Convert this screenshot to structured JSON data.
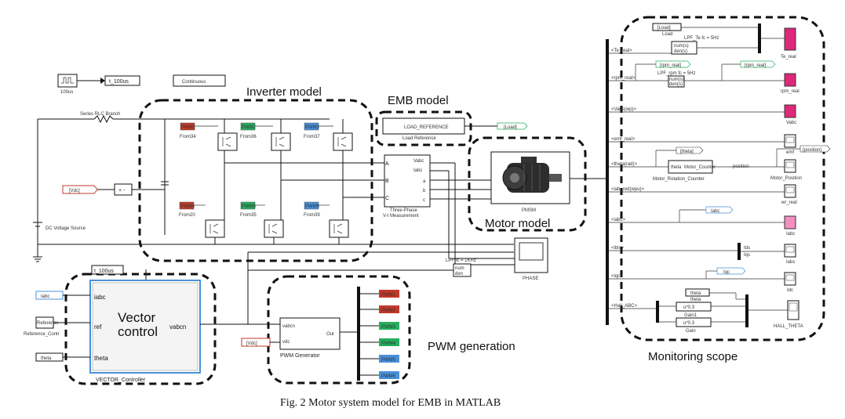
{
  "groups": {
    "inverter": "Inverter model",
    "emb": "EMB model",
    "motor": "Motor model",
    "vector_line1": "Vector",
    "vector_line2": "control",
    "pwm": "PWM generation",
    "monitor": "Monitoring scope"
  },
  "caption": "Fig.  2 Motor system model for EMB in MATLAB",
  "blocks": {
    "pulse_period": "100us",
    "goto_tl100us_top": "t_100us",
    "powergui": "Continuous",
    "rlc": "Series RLC Branch",
    "dc_source": "DC Voltage Source",
    "vdc_tag": "[Vdc]",
    "load_ref": "LOAD_REFERENCE",
    "load_ref_caption": "Load Reference",
    "load_goto": "[Load]",
    "vim_a": "Vabc",
    "vim_b": "Iabc",
    "vim_label1": "Three-Phase",
    "vim_label2": "V-I Measurement",
    "pmsm": "PMSM",
    "phase_scope": "PHASE",
    "lpf_1khz": "LPF fc = 1KHz",
    "from_tl100us": "t_100us",
    "vc_in1": "iabc",
    "vc_in2": "ref",
    "vc_in3": "theta",
    "vc_out": "vabcn",
    "vc_name": "VECTOR_Controller",
    "tag_iabc": "Iabc",
    "tag_reference": "Reference",
    "tag_reference_caption": "Reference_Contr",
    "tag_theta": "theta",
    "pwm_in1": "vabcn",
    "pwm_in2": "vdc",
    "pwm_out": "Out",
    "pwm_name": "PWM Generator",
    "pwm_vdc_tag": "[Vdc]",
    "pwm_tags": [
      "PWM1",
      "PWM2",
      "PWM3",
      "PWM4",
      "PWM5",
      "PWM6"
    ]
  },
  "switch_tags": {
    "top": [
      {
        "tag": "PWM1",
        "from": "From34"
      },
      {
        "tag": "PWM2",
        "from": "From36"
      },
      {
        "tag": "PWM3",
        "from": "From37"
      }
    ],
    "bottom": [
      {
        "tag": "PWM4",
        "from": "From20"
      },
      {
        "tag": "PWM5",
        "from": "From35"
      },
      {
        "tag": "PWM6",
        "from": "From39"
      }
    ]
  },
  "monitor": {
    "bus_labels": [
      "<Te_real>",
      "<rpm_real>",
      "<Vabs(wp)>",
      "<emf_real>",
      "<theta(rad)>",
      "<iab_red(wpu)>",
      "<iabc>",
      "<ibis>",
      "<iqc>",
      "<Hall_ABC>"
    ],
    "load_tag": "[Load]",
    "load_caption": "Load",
    "lpf_te": "LPF_Te fc = 5Hz",
    "lpf_rpm": "LPF_rpm fc = 5Hz",
    "num": "num(s)",
    "den": "den(s)",
    "rpm_goto_1": "[rpm_real]",
    "rpm_goto_2": "[rpm_real]",
    "theta_tag": "[theta]",
    "counter_in": "theta",
    "counter_out": "Motor_Counter",
    "counter_name": "Motor_Rotation_Counter",
    "position_label": "position",
    "position_tag": "[position]",
    "iabc_tag": "Iabc",
    "iabc_caption": "Iabc",
    "ids_a": "Ids",
    "ids_b": "Iqs",
    "iqc_tag": "Iqc",
    "theta_from": "theta",
    "theta_caption": "theta",
    "gain1": "u*0.3",
    "gain2": "u*0.3",
    "gain1_name": "Gain1",
    "gain2_name": "Gain",
    "scopes": [
      "Te_real",
      "rpm_real",
      "Vabc",
      "emf",
      "Motor_Position",
      "wr_real",
      "Iabc",
      "Iabs",
      "Idc",
      "HALL_THETA"
    ]
  }
}
